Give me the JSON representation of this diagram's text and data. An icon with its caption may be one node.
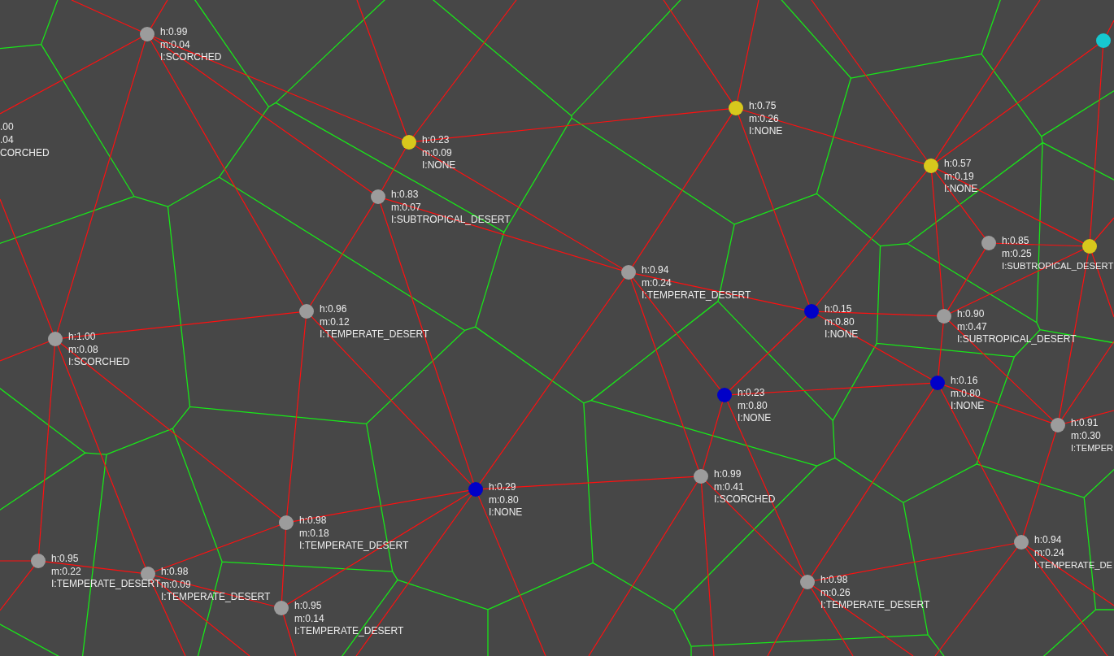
{
  "diagram": {
    "nodes": [
      {
        "text": [],
        "shape": "circle",
        "beside": [
          "h:0.99",
          "m:0.04",
          "I:SCORCHED"
        ]
      },
      {
        "text": [],
        "shape": "circle",
        "beside": [
          "h:0.23",
          "m:0.09",
          "I:NONE"
        ]
      },
      {
        "text": [],
        "shape": "circle",
        "beside": [
          "h:0.75",
          "m:0.26",
          "I:NONE"
        ]
      },
      {
        "text": [],
        "shape": "circle"
      },
      {
        "text": [],
        "shape": "circle",
        "beside": [
          "h:0.57",
          "m:0.19",
          "I:NONE"
        ]
      },
      {
        "text": [],
        "shape": "circle",
        "beside": [
          "h:0.83",
          "m:0.07",
          "I:SUBTROPICAL_DESERT"
        ]
      },
      {
        "text": [],
        "shape": "circle",
        "beside": [
          "h:0.85",
          "m:0.25",
          "I:SUBTROPICAL_DESERT"
        ]
      },
      {
        "text": [],
        "shape": "circle"
      },
      {
        "text": [],
        "shape": "circle",
        "beside": [
          "h:0.94",
          "m:0.24",
          "I:TEMPERATE_DESERT"
        ]
      },
      {
        "text": [],
        "shape": "circle",
        "beside": [
          "h:0.96",
          "m:0.12",
          "I:TEMPERATE_DESERT"
        ]
      },
      {
        "text": [],
        "shape": "circle",
        "beside": [
          "h:0.15",
          "m:0.80",
          "I:NONE"
        ]
      },
      {
        "text": [],
        "shape": "circle",
        "beside": [
          "h:0.90",
          "m:0.47",
          "I:SUBTROPICAL_DESERT"
        ]
      },
      {
        "text": [],
        "shape": "circle",
        "beside": [
          "h:1.00",
          "m:0.08",
          "I:SCORCHED"
        ]
      },
      {
        "text": [],
        "shape": "circle",
        "beside": [
          "h:0.16",
          "m:0.80",
          "I:NONE"
        ]
      },
      {
        "text": [],
        "shape": "circle",
        "beside": [
          "h:0.23",
          "m:0.80",
          "I:NONE"
        ]
      },
      {
        "text": [],
        "shape": "circle",
        "beside": [
          "h:0.91",
          "m:0.30",
          "I:TEMPER"
        ]
      },
      {
        "text": [],
        "shape": "circle",
        "beside": [
          "h:0.29",
          "m:0.80",
          "I:NONE"
        ]
      },
      {
        "text": [],
        "shape": "circle",
        "beside": [
          "h:0.99",
          "m:0.41",
          "I:SCORCHED"
        ]
      },
      {
        "text": [],
        "shape": "circle",
        "beside": [
          "h:0.98",
          "m:0.18",
          "I:TEMPERATE_DESERT"
        ]
      },
      {
        "text": [],
        "shape": "circle",
        "beside": [
          "h:0.94",
          "m:0.24",
          "I:TEMPERATE_DE"
        ]
      },
      {
        "text": [],
        "shape": "circle",
        "beside": [
          "h:0.95",
          "m:0.22",
          "I:TEMPERATE_DESERT"
        ]
      },
      {
        "text": [],
        "shape": "circle",
        "beside": [
          "h:0.98",
          "m:0.09",
          "I:TEMPERATE_DESERT"
        ]
      },
      {
        "text": [],
        "shape": "circle",
        "beside": [
          "h:0.98",
          "m:0.26",
          "I:TEMPERATE_DESERT"
        ]
      },
      {
        "text": [],
        "shape": "circle",
        "beside": [
          "h:0.95",
          "m:0.14",
          "I:TEMPERATE_DESERT"
        ]
      }
    ],
    "edges": [
      {
        "from": 0,
        "to": 1,
        "arrow": "none"
      },
      {
        "from": 0,
        "to": 5,
        "arrow": "none"
      },
      {
        "from": 0,
        "to": 9,
        "arrow": "none"
      },
      {
        "from": 0,
        "to": 12,
        "arrow": "none"
      },
      {
        "from": 1,
        "to": 2,
        "arrow": "none"
      },
      {
        "from": 1,
        "to": 5,
        "arrow": "none"
      },
      {
        "from": 1,
        "to": 8,
        "arrow": "none"
      },
      {
        "from": 2,
        "to": 4,
        "arrow": "none"
      },
      {
        "from": 2,
        "to": 8,
        "arrow": "none"
      },
      {
        "from": 2,
        "to": 10,
        "arrow": "none"
      },
      {
        "from": 4,
        "to": 3,
        "arrow": "none"
      },
      {
        "from": 4,
        "to": 6,
        "arrow": "none"
      },
      {
        "from": 4,
        "to": 7,
        "arrow": "none"
      },
      {
        "from": 4,
        "to": 11,
        "arrow": "none"
      },
      {
        "from": 4,
        "to": 10,
        "arrow": "none"
      },
      {
        "from": 3,
        "to": 7,
        "arrow": "none"
      },
      {
        "from": 5,
        "to": 8,
        "arrow": "none"
      },
      {
        "from": 5,
        "to": 9,
        "arrow": "none"
      },
      {
        "from": 5,
        "to": 16,
        "arrow": "none"
      },
      {
        "from": 6,
        "to": 7,
        "arrow": "none"
      },
      {
        "from": 6,
        "to": 11,
        "arrow": "none"
      },
      {
        "from": 7,
        "to": 11,
        "arrow": "none"
      },
      {
        "from": 7,
        "to": 15,
        "arrow": "none"
      },
      {
        "from": 8,
        "to": 10,
        "arrow": "none"
      },
      {
        "from": 8,
        "to": 16,
        "arrow": "none"
      },
      {
        "from": 8,
        "to": 14,
        "arrow": "none"
      },
      {
        "from": 8,
        "to": 17,
        "arrow": "none"
      },
      {
        "from": 9,
        "to": 12,
        "arrow": "none"
      },
      {
        "from": 9,
        "to": 18,
        "arrow": "none"
      },
      {
        "from": 9,
        "to": 16,
        "arrow": "none"
      },
      {
        "from": 10,
        "to": 14,
        "arrow": "none"
      },
      {
        "from": 10,
        "to": 11,
        "arrow": "none"
      },
      {
        "from": 10,
        "to": 13,
        "arrow": "none"
      },
      {
        "from": 11,
        "to": 13,
        "arrow": "none"
      },
      {
        "from": 11,
        "to": 15,
        "arrow": "none"
      },
      {
        "from": 12,
        "to": 20,
        "arrow": "none"
      },
      {
        "from": 12,
        "to": 21,
        "arrow": "none"
      },
      {
        "from": 12,
        "to": 18,
        "arrow": "none"
      },
      {
        "from": 13,
        "to": 14,
        "arrow": "none"
      },
      {
        "from": 13,
        "to": 15,
        "arrow": "none"
      },
      {
        "from": 13,
        "to": 22,
        "arrow": "none"
      },
      {
        "from": 13,
        "to": 19,
        "arrow": "none"
      },
      {
        "from": 14,
        "to": 17,
        "arrow": "none"
      },
      {
        "from": 14,
        "to": 22,
        "arrow": "none"
      },
      {
        "from": 15,
        "to": 19,
        "arrow": "none"
      },
      {
        "from": 16,
        "to": 18,
        "arrow": "none"
      },
      {
        "from": 16,
        "to": 23,
        "arrow": "none"
      },
      {
        "from": 16,
        "to": 17,
        "arrow": "none"
      },
      {
        "from": 17,
        "to": 22,
        "arrow": "none"
      },
      {
        "from": 18,
        "to": 21,
        "arrow": "none"
      },
      {
        "from": 18,
        "to": 23,
        "arrow": "none"
      },
      {
        "from": 19,
        "to": 22,
        "arrow": "none"
      },
      {
        "from": 20,
        "to": 21,
        "arrow": "none"
      },
      {
        "from": 21,
        "to": 23,
        "arrow": "none"
      },
      {
        "from": null,
        "to": 0,
        "arrow": "none"
      },
      {
        "from": null,
        "to": 0,
        "arrow": "none"
      },
      {
        "from": null,
        "to": 0,
        "arrow": "none"
      },
      {
        "from": null,
        "to": 1,
        "arrow": "none"
      },
      {
        "from": null,
        "to": 1,
        "arrow": "none"
      },
      {
        "from": null,
        "to": 2,
        "arrow": "none"
      },
      {
        "from": null,
        "to": 2,
        "arrow": "none"
      },
      {
        "from": null,
        "to": 4,
        "arrow": "none"
      },
      {
        "from": null,
        "to": 4,
        "arrow": "none"
      },
      {
        "from": null,
        "to": 3,
        "arrow": "none"
      },
      {
        "from": null,
        "to": 7,
        "arrow": "none"
      },
      {
        "from": null,
        "to": 7,
        "arrow": "none"
      },
      {
        "from": null,
        "to": 15,
        "arrow": "none"
      },
      {
        "from": null,
        "to": 15,
        "arrow": "none"
      },
      {
        "from": null,
        "to": 19,
        "arrow": "none"
      },
      {
        "from": null,
        "to": 19,
        "arrow": "none"
      },
      {
        "from": null,
        "to": 19,
        "arrow": "none"
      },
      {
        "from": null,
        "to": 22,
        "arrow": "none"
      },
      {
        "from": null,
        "to": 22,
        "arrow": "none"
      },
      {
        "from": null,
        "to": 22,
        "arrow": "none"
      },
      {
        "from": null,
        "to": 17,
        "arrow": "none"
      },
      {
        "from": null,
        "to": 17,
        "arrow": "none"
      },
      {
        "from": null,
        "to": 16,
        "arrow": "none"
      },
      {
        "from": null,
        "to": 16,
        "arrow": "none"
      },
      {
        "from": null,
        "to": 23,
        "arrow": "none"
      },
      {
        "from": null,
        "to": 21,
        "arrow": "none"
      },
      {
        "from": null,
        "to": 21,
        "arrow": "none"
      },
      {
        "from": null,
        "to": 20,
        "arrow": "none"
      },
      {
        "from": null,
        "to": 20,
        "arrow": "none"
      },
      {
        "from": null,
        "to": 12,
        "arrow": "none"
      },
      {
        "from": null,
        "to": 12,
        "arrow": "none"
      }
    ],
    "labels": [
      ".00",
      ".04",
      "CORCHED"
    ]
  }
}
